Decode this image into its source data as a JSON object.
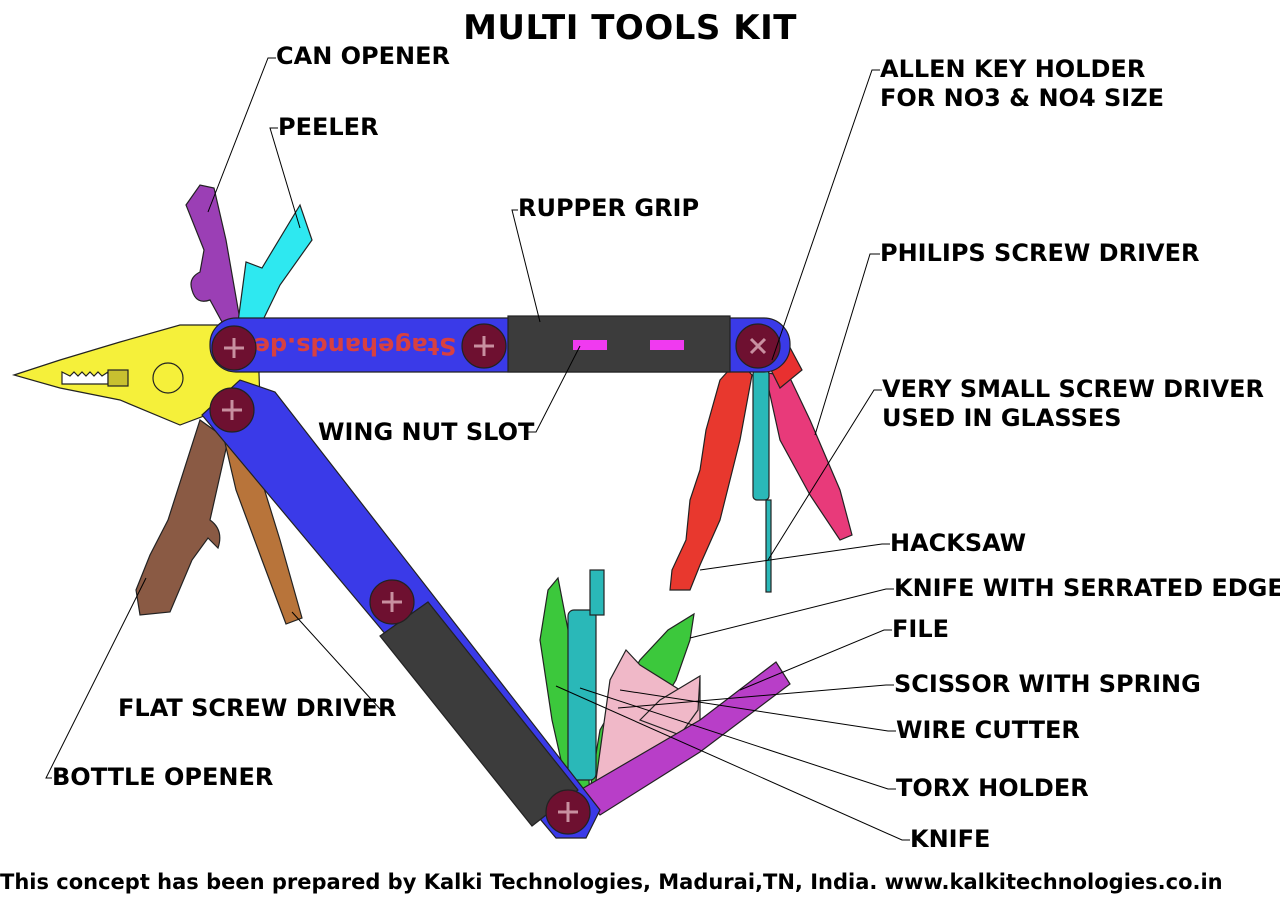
{
  "diagram": {
    "title": "MULTI TOOLS KIT",
    "handle_brand_text": "Stagehands.de",
    "footer": "This concept has been prepared by Kalki Technologies, Madurai,TN, India. www.kalkitechnologies.co.in",
    "labels": {
      "can_opener": "CAN OPENER",
      "peeler": "PEELER",
      "rupper_grip": "RUPPER GRIP",
      "allen_key_holder": "ALLEN KEY HOLDER\nFOR NO3 & NO4 SIZE",
      "philips_screw_driver": "PHILIPS SCREW DRIVER",
      "very_small_screw_driver": "VERY SMALL SCREW DRIVER\nUSED IN GLASSES",
      "wing_nut_slot": "WING NUT SLOT",
      "hacksaw": "HACKSAW",
      "knife_serrated": "KNIFE WITH SERRATED EDGE",
      "file": "FILE",
      "scissor_spring": "SCISSOR WITH SPRING",
      "wire_cutter": "WIRE CUTTER",
      "torx_holder": "TORX HOLDER",
      "knife": "KNIFE",
      "flat_screw_driver": "FLAT SCREW DRIVER",
      "bottle_opener": "BOTTLE OPENER"
    },
    "colors": {
      "handle_blue": "#3a3ae8",
      "grip_dark": "#3c3c3c",
      "screw_maroon": "#6e1030",
      "pliers_yellow": "#f5f03a",
      "can_opener_purple": "#9b3fb5",
      "peeler_cyan": "#2ee8f0",
      "hacksaw_red": "#e8382e",
      "philips_pink": "#e83a7a",
      "torx_teal": "#2ab8b8",
      "knife_green": "#3cc83c",
      "file_magenta": "#b83ec8",
      "bottle_brown": "#8a5a44",
      "flat_driver_brown": "#b8743a",
      "scissor_pink": "#f0b8c8",
      "slot_magenta": "#f03af0"
    }
  }
}
